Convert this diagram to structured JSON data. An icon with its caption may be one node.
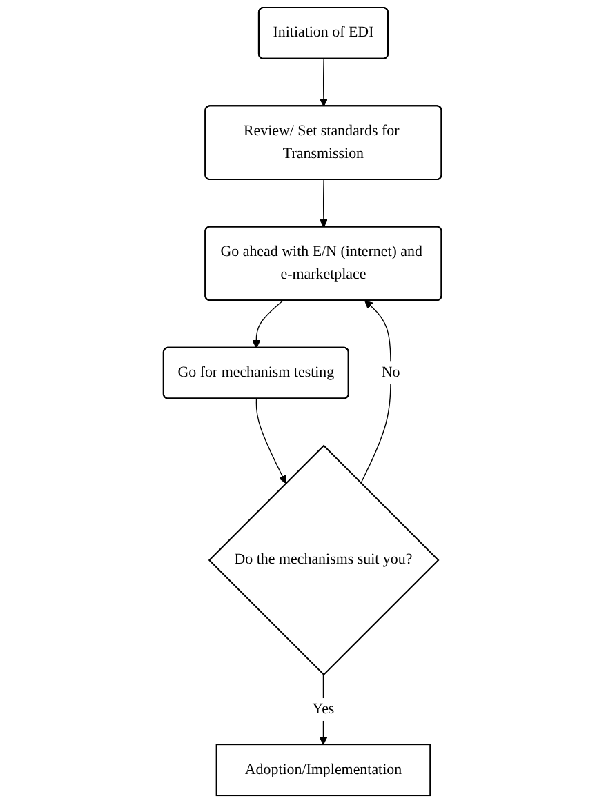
{
  "diagram": {
    "nodes": [
      {
        "text": [
          "Initiation of EDI"
        ]
      },
      {
        "text": [
          "Review/ Set standards for Transmission"
        ]
      },
      {
        "text": [
          "Go ahead with E/N (internet) and e-marketplace"
        ]
      },
      {
        "text": [
          "Go for mechanism testing"
        ]
      },
      {
        "text": [
          "Do the mechanisms suit you?"
        ]
      },
      {
        "text": [
          "Adoption/Implementation"
        ]
      }
    ],
    "edges": [
      {
        "from": 0,
        "to": 1,
        "arrow": "to"
      },
      {
        "from": 1,
        "to": 2,
        "arrow": "to"
      },
      {
        "from": 2,
        "to": 3,
        "arrow": "to"
      },
      {
        "from": 3,
        "to": 4,
        "arrow": "to"
      },
      {
        "from": 4,
        "to": 5,
        "arrow": "to",
        "label": "Yes"
      },
      {
        "from": 4,
        "to": 2,
        "arrow": "to",
        "label": "No"
      }
    ]
  }
}
